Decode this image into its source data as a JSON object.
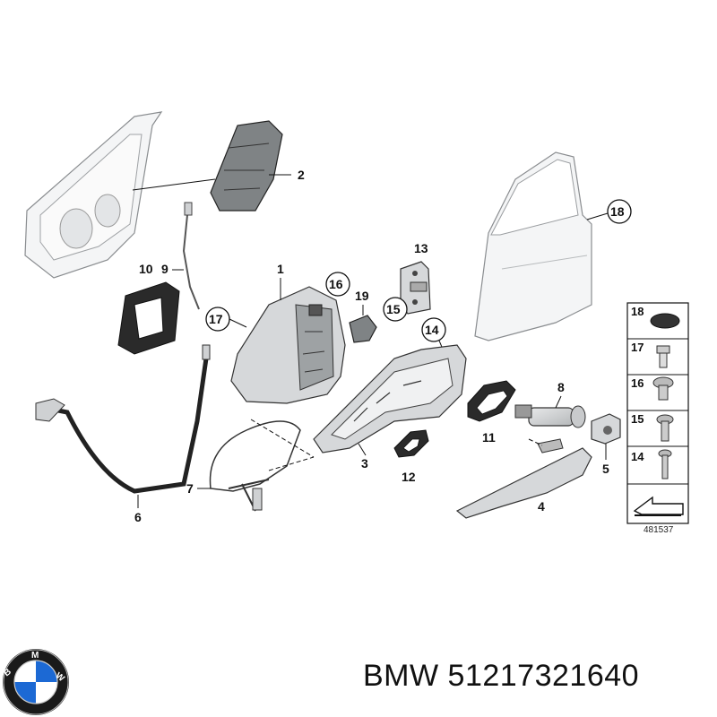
{
  "callouts": {
    "c1": "1",
    "c2": "2",
    "c3": "3",
    "c4": "4",
    "c5": "5",
    "c6": "6",
    "c7": "7",
    "c8": "8",
    "c9": "9",
    "c10": "10",
    "c11": "11",
    "c12": "12",
    "c13": "13",
    "c14": "14",
    "c15": "15",
    "c16": "16",
    "c17": "17",
    "c18": "18",
    "c19": "19"
  },
  "fastener_panel": {
    "items": [
      "18",
      "17",
      "16",
      "15",
      "14"
    ]
  },
  "reference_number": "481537",
  "caption": {
    "brand": "BMW",
    "part_number": "51217321640"
  },
  "logo_letters": "BMW",
  "colors": {
    "logo_blue": "#1c69d4",
    "logo_ring": "#1a1a1a",
    "part_gray": "#d6d8da"
  }
}
